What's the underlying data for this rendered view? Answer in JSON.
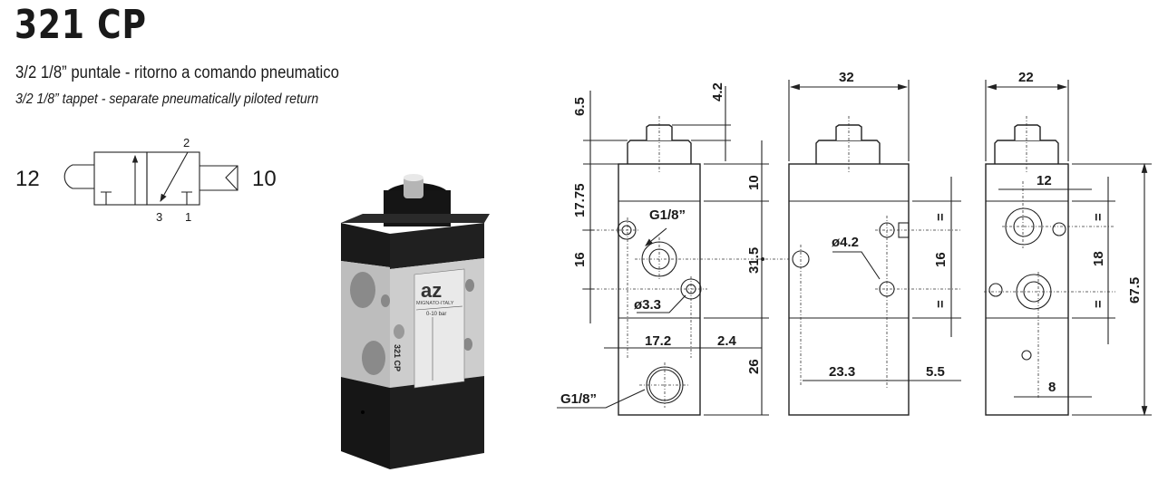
{
  "header": {
    "title": "321 CP",
    "subtitle_it": "3/2 1/8” puntale - ritorno a comando pneumatico",
    "subtitle_en": "3/2 1/8” tappet - separate pneumatically piloted return"
  },
  "symbol": {
    "left_port": "12",
    "right_port": "10",
    "port_top": "2",
    "port_bottom_left": "3",
    "port_bottom_right": "1"
  },
  "photo": {
    "logo": "az",
    "label_maker": "MIGNATO-ITALY",
    "label_pressure": "0-10 bar",
    "label_model": "321 CP",
    "colors": {
      "body": "#1c1c1c",
      "center": "#c8c8c8"
    }
  },
  "drawing": {
    "front": {
      "d_6_5": "6.5",
      "d_4_2": "4.2",
      "d_17_75": "17.75",
      "d_16": "16",
      "d_10": "10",
      "d_31_5": "31.5",
      "d_26": "26",
      "port_top": "G1/8”",
      "hole": "ø3.3",
      "d_17_2": "17.2",
      "d_2_4": "2.4",
      "port_bottom": "G1/8”"
    },
    "side": {
      "d_32": "32",
      "hole": "ø4.2",
      "d_16": "16",
      "eq_top": "=",
      "eq_bottom": "=",
      "d_23_3": "23.3",
      "d_5_5": "5.5"
    },
    "end": {
      "d_22": "22",
      "d_12": "12",
      "eq_top": "=",
      "eq_bottom": "=",
      "d_18": "18",
      "d_67_5": "67.5",
      "d_8": "8"
    }
  }
}
